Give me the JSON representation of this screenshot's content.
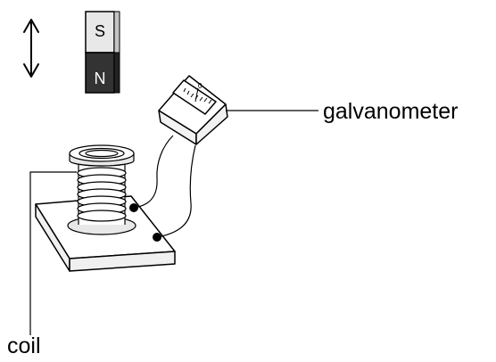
{
  "magnet": {
    "north_label": "N",
    "south_label": "S",
    "north_color": "#333333",
    "south_color": "#e8e8e8"
  },
  "galvanometer": {
    "label": "galvanometer",
    "scale_zero": "0"
  },
  "coil": {
    "label": "coil"
  },
  "icons": {
    "motion_arrow": "double-headed-vertical-arrow"
  },
  "colors": {
    "line": "#000000",
    "background": "#ffffff"
  }
}
